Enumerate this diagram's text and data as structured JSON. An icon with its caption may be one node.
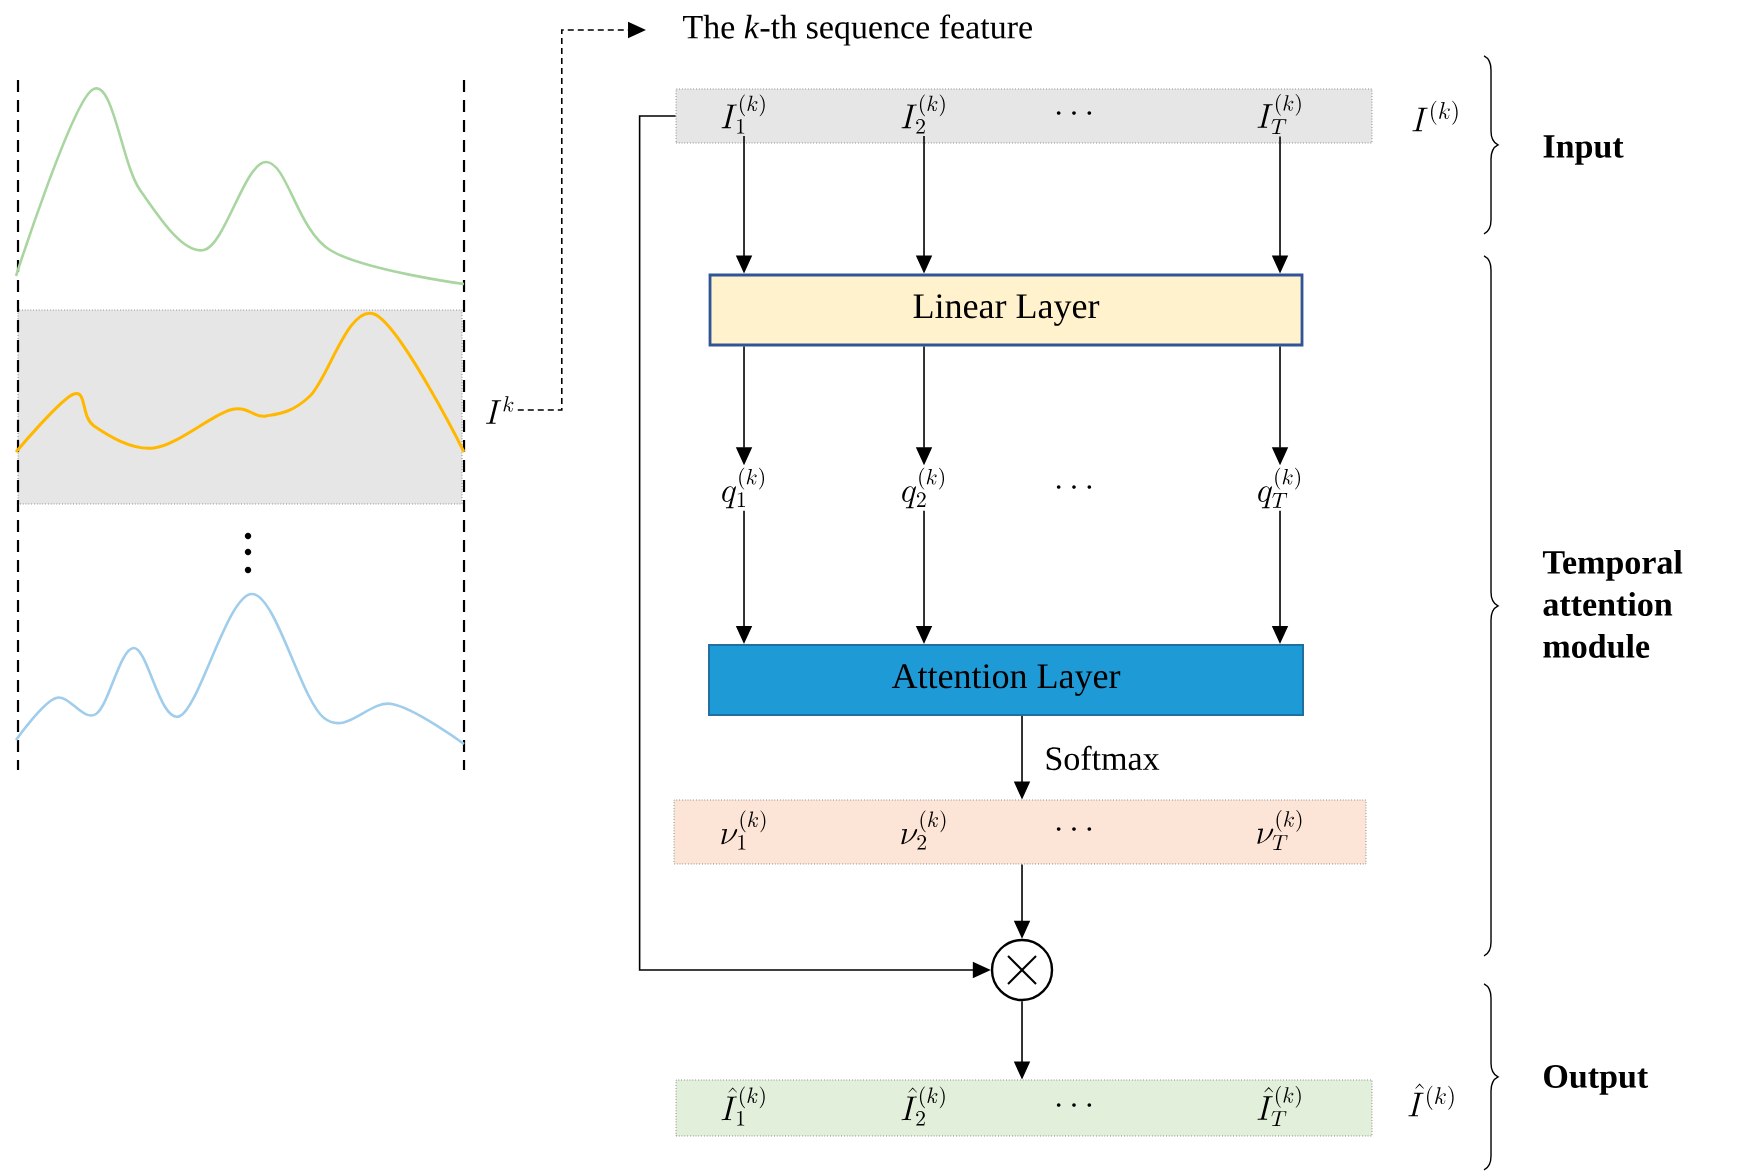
{
  "diagram": {
    "nodes": [
      {
        "text": [
          "The *k*-th sequence feature"
        ]
      },
      {
        "text": [
          "I^k"
        ]
      },
      {
        "text": [],
        "shape": "box",
        "beside": [
          "I^{(k)}"
        ]
      },
      {
        "text": [
          "I_1^{(k)}"
        ],
        "in": 2
      },
      {
        "text": [
          "I_2^{(k)}"
        ],
        "in": 2
      },
      {
        "text": [
          "\\cdots"
        ],
        "in": 2
      },
      {
        "text": [
          "I_T^{(k)}"
        ],
        "in": 2
      },
      {
        "text": [
          "Linear Layer"
        ]
      },
      {
        "text": [
          "q_1^{(k)}"
        ]
      },
      {
        "text": [
          "q_2^{(k)}"
        ]
      },
      {
        "text": [
          "\\cdots"
        ]
      },
      {
        "text": [
          "q_T^{(k)}"
        ]
      },
      {
        "text": [
          "Attention Layer"
        ]
      },
      {
        "text": [],
        "shape": "box"
      },
      {
        "text": [
          "\\nu_1^{(k)}"
        ],
        "in": 13
      },
      {
        "text": [
          "\\nu_2^{(k)}"
        ],
        "in": 13
      },
      {
        "text": [
          "\\cdots"
        ],
        "in": 13
      },
      {
        "text": [
          "\\nu_T^{(k)}"
        ],
        "in": 13
      },
      {
        "text": [],
        "shape": "circle"
      },
      {
        "text": [],
        "shape": "box",
        "beside": [
          "\\hat{I}^{(k)}"
        ]
      },
      {
        "text": [
          "\\hat{I}_1^{(k)}"
        ],
        "in": 19
      },
      {
        "text": [
          "\\hat{I}_2^{(k)}"
        ],
        "in": 19
      },
      {
        "text": [
          "\\cdots"
        ],
        "in": 19
      },
      {
        "text": [
          "\\hat{I}_T^{(k)}"
        ],
        "in": 19
      }
    ],
    "edges": [
      {
        "from": 1,
        "to": 0,
        "arrow": "to",
        "style": "dashed"
      },
      {
        "from": 3,
        "to": 7,
        "arrow": "to"
      },
      {
        "from": 4,
        "to": 7,
        "arrow": "to"
      },
      {
        "from": 6,
        "to": 7,
        "arrow": "to"
      },
      {
        "from": 7,
        "to": 8,
        "arrow": "to"
      },
      {
        "from": 7,
        "to": 9,
        "arrow": "to"
      },
      {
        "from": 7,
        "to": 11,
        "arrow": "to"
      },
      {
        "from": 8,
        "to": 12,
        "arrow": "to"
      },
      {
        "from": 9,
        "to": 12,
        "arrow": "to"
      },
      {
        "from": 11,
        "to": 12,
        "arrow": "to"
      },
      {
        "from": 12,
        "to": 13,
        "arrow": "to",
        "label": "Softmax"
      },
      {
        "from": 13,
        "to": 18,
        "arrow": "to"
      },
      {
        "from": 2,
        "to": 18,
        "arrow": "to"
      },
      {
        "from": 18,
        "to": 19,
        "arrow": "to"
      }
    ],
    "labels": [
      "Input",
      "Temporal attention module",
      "Output"
    ]
  }
}
